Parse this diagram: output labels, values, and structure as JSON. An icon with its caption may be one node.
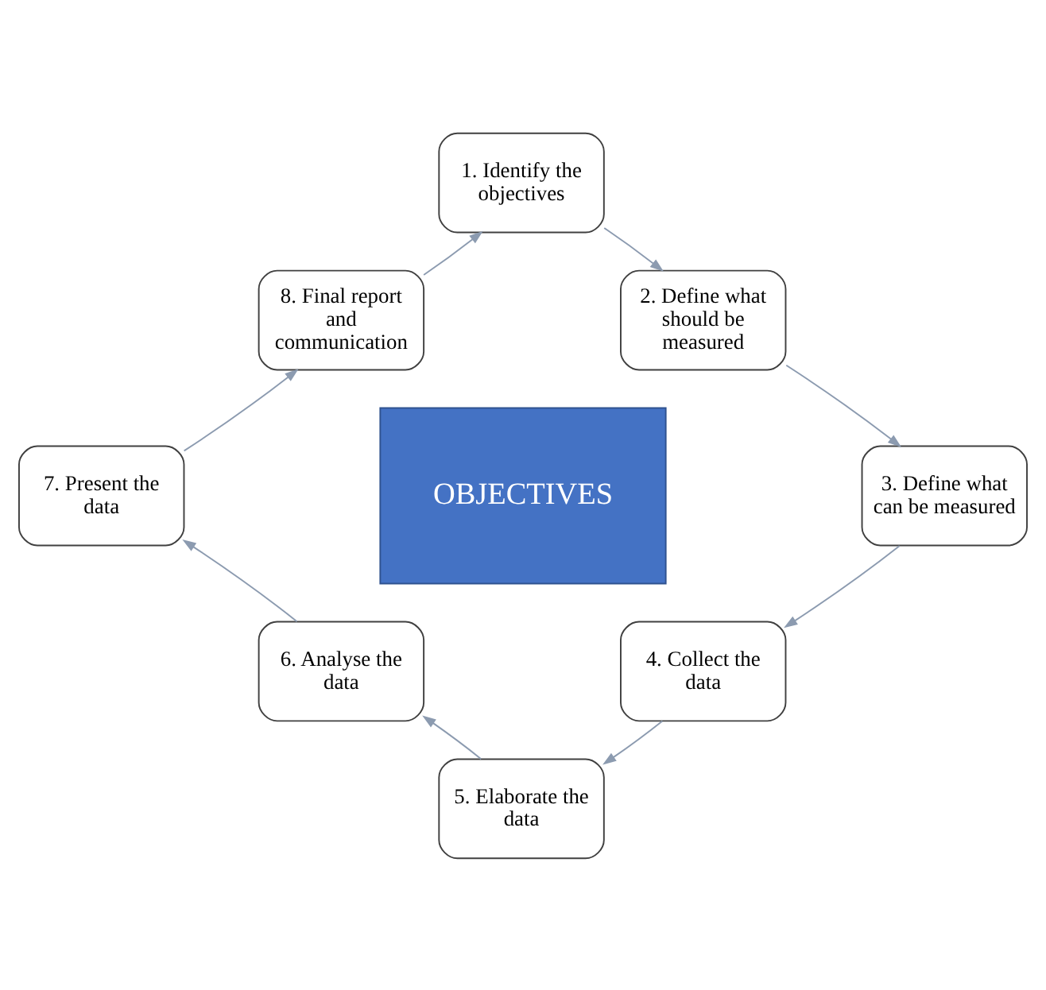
{
  "diagram": {
    "nodes": [
      {
        "text": [
          "1. Identify the objectives"
        ]
      },
      {
        "text": [
          "8. Final report and communication"
        ]
      },
      {
        "text": [
          "2. Define what should be measured"
        ]
      },
      {
        "text": [
          "7. Present the data"
        ]
      },
      {
        "text": [
          "OBJECTIVES"
        ]
      },
      {
        "text": [
          "3. Define what can be measured"
        ]
      },
      {
        "text": [
          "6. Analyse the data"
        ]
      },
      {
        "text": [
          "4. Collect the data"
        ]
      },
      {
        "text": [
          "5. Elaborate the data"
        ]
      }
    ],
    "edges": [
      {
        "from": 0,
        "to": 2,
        "arrow": "to"
      },
      {
        "from": 2,
        "to": 5,
        "arrow": "to"
      },
      {
        "from": 5,
        "to": 7,
        "arrow": "to"
      },
      {
        "from": 7,
        "to": 8,
        "arrow": "to"
      },
      {
        "from": 8,
        "to": 6,
        "arrow": "to"
      },
      {
        "from": 6,
        "to": 3,
        "arrow": "to"
      },
      {
        "from": 3,
        "to": 1,
        "arrow": "to"
      },
      {
        "from": 1,
        "to": 0,
        "arrow": "to"
      }
    ]
  }
}
